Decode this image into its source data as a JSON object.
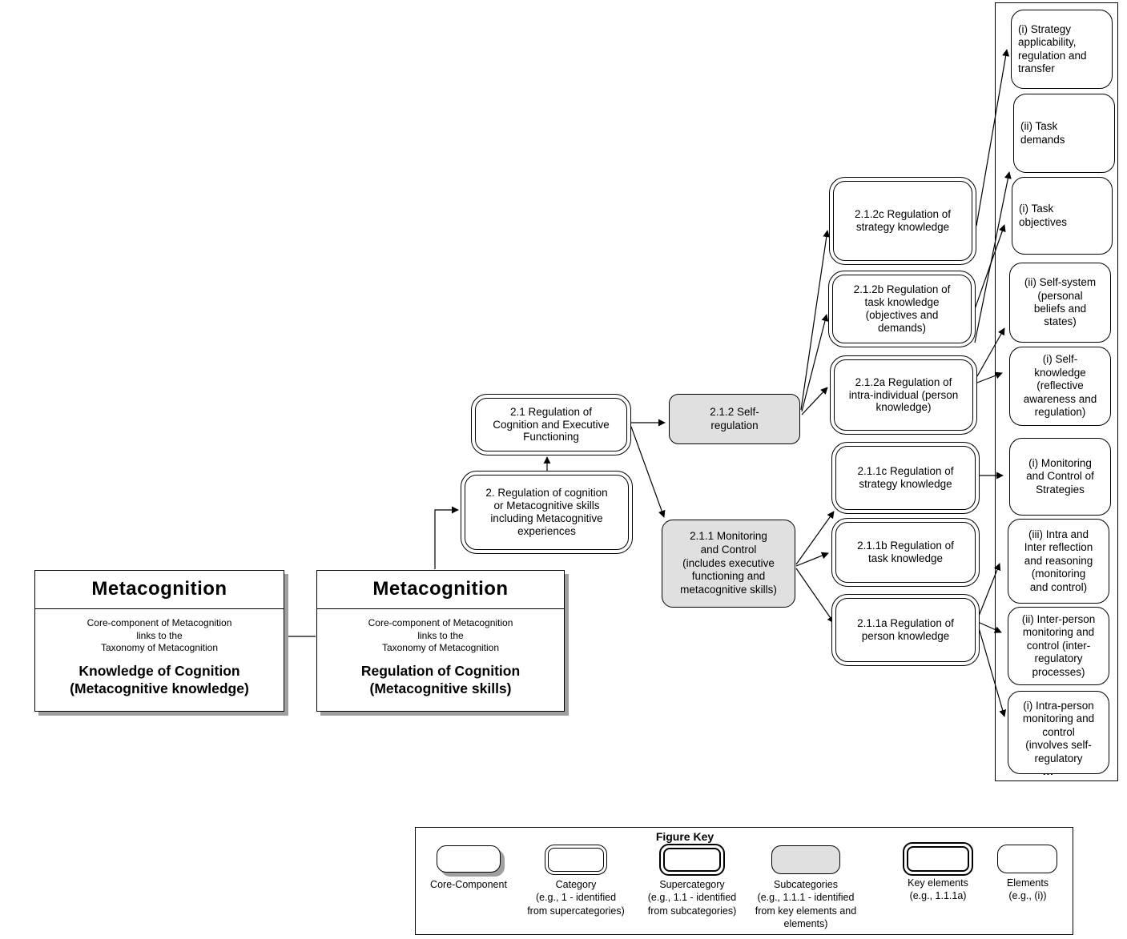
{
  "colors": {
    "background": "#ffffff",
    "border": "#000000",
    "subcategory_fill": "#e0e0e0",
    "shadow": "#9f9f9f"
  },
  "core_components": [
    {
      "title": "Metacognition",
      "subtitle": "Core-component of Metacognition\nlinks to the\nTaxonomy of Metacognition",
      "name": "Knowledge of Cognition\n(Metacognitive knowledge)"
    },
    {
      "title": "Metacognition",
      "subtitle": "Core-component of Metacognition\nlinks to the\nTaxonomy of Metacognition",
      "name": "Regulation of Cognition\n(Metacognitive skills)"
    }
  ],
  "category": {
    "label": "2. Regulation of cognition\nor Metacognitive skills\nincluding Metacognitive\nexperiences"
  },
  "supercategory": {
    "label": "2.1  Regulation of\nCognition and Executive\nFunctioning"
  },
  "subcategories": [
    {
      "label": "2.1.2 Self-\nregulation"
    },
    {
      "label": "2.1.1 Monitoring\nand Control\n(includes executive\nfunctioning and\nmetacognitive skills)"
    }
  ],
  "key_elements": [
    {
      "label": "2.1.2c Regulation of\nstrategy knowledge"
    },
    {
      "label": "2.1.2b Regulation of\ntask knowledge\n(objectives and\ndemands)"
    },
    {
      "label": "2.1.2a Regulation of\nintra-individual (person\nknowledge)"
    },
    {
      "label": "2.1.1c Regulation of\nstrategy knowledge"
    },
    {
      "label": "2.1.1b Regulation of\ntask knowledge"
    },
    {
      "label": "2.1.1a Regulation of\nperson knowledge"
    }
  ],
  "elements": [
    {
      "label": "(i) Strategy\napplicability,\nregulation and\ntransfer"
    },
    {
      "label": "(ii) Task\ndemands"
    },
    {
      "label": "(i) Task\nobjectives"
    },
    {
      "label": "(ii) Self-system\n(personal\nbeliefs and\nstates)"
    },
    {
      "label": "(i) Self-\nknowledge\n(reflective\nawareness and\nregulation)"
    },
    {
      "label": "(i) Monitoring\nand Control of\nStrategies"
    },
    {
      "label": "(iii) Intra and\nInter reflection\nand reasoning\n(monitoring\nand control)"
    },
    {
      "label": "(ii) Inter-person\nmonitoring and\ncontrol (inter-\nregulatory\nprocesses)"
    },
    {
      "label": "(i) Intra-person\nmonitoring and\ncontrol\n(involves self-\nregulatory"
    }
  ],
  "ellipsis": "...",
  "figure_key": {
    "title": "Figure Key",
    "items": [
      {
        "label": "Core-Component"
      },
      {
        "label": "Category\n(e.g., 1 - identified\nfrom supercategories)"
      },
      {
        "label": "Supercategory\n(e.g., 1.1 - identified\nfrom subcategories)"
      },
      {
        "label": "Subcategories\n(e.g., 1.1.1 - identified\nfrom key elements and\nelements)"
      },
      {
        "label": "Key elements\n(e.g., 1.1.1a)"
      },
      {
        "label": "Elements\n(e.g., (i))"
      }
    ]
  }
}
